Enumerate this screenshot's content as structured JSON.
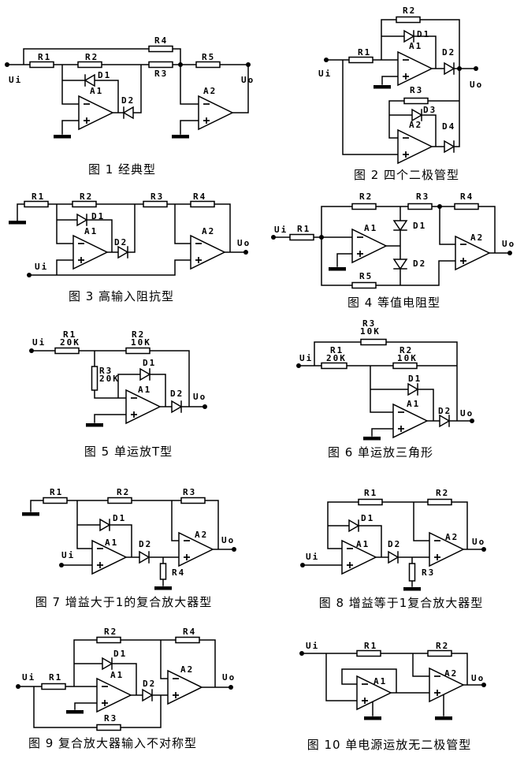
{
  "page": {
    "background": "#ffffff",
    "line_color": "#000000",
    "text_color": "#000000"
  },
  "figures": [
    {
      "caption": "图 1 经典型",
      "labels": {
        "ui": "Ui",
        "uo": "Uo",
        "r1": "R1",
        "r2": "R2",
        "r3": "R3",
        "r4": "R4",
        "r5": "R5",
        "d1": "D1",
        "d2": "D2",
        "a1": "A1",
        "a2": "A2"
      }
    },
    {
      "caption": "图 2 四个二极管型",
      "labels": {
        "ui": "Ui",
        "uo": "Uo",
        "r1": "R1",
        "r2": "R2",
        "r3": "R3",
        "d1": "D1",
        "d2": "D2",
        "d3": "D3",
        "d4": "D4",
        "a1": "A1",
        "a2": "A2"
      }
    },
    {
      "caption": "图 3 高输入阻抗型",
      "labels": {
        "ui": "Ui",
        "uo": "Uo",
        "r1": "R1",
        "r2": "R2",
        "r3": "R3",
        "r4": "R4",
        "d1": "D1",
        "d2": "D2",
        "a1": "A1",
        "a2": "A2"
      }
    },
    {
      "caption": "图 4 等值电阻型",
      "labels": {
        "ui": "Ui",
        "uo": "Uo",
        "r1": "R1",
        "r2": "R2",
        "r3": "R3",
        "r4": "R4",
        "r5": "R5",
        "d1": "D1",
        "d2": "D2",
        "a1": "A1",
        "a2": "A2"
      }
    },
    {
      "caption": "图 5 单运放T型",
      "labels": {
        "ui": "Ui",
        "uo": "Uo",
        "r1": "R1",
        "r1v": "20K",
        "r2": "R2",
        "r2v": "10K",
        "r3": "R3",
        "r3v": "20K",
        "d1": "D1",
        "d2": "D2",
        "a1": "A1"
      }
    },
    {
      "caption": "图 6 单运放三角形",
      "labels": {
        "ui": "Ui",
        "uo": "Uo",
        "r1": "R1",
        "r1v": "20K",
        "r2": "R2",
        "r2v": "10K",
        "r3": "R3",
        "r3v": "10K",
        "d1": "D1",
        "d2": "D2",
        "a1": "A1"
      }
    },
    {
      "caption": "图 7 增益大于1的复合放大器型",
      "labels": {
        "ui": "Ui",
        "uo": "Uo",
        "r1": "R1",
        "r2": "R2",
        "r3": "R3",
        "r4": "R4",
        "d1": "D1",
        "d2": "D2",
        "a1": "A1",
        "a2": "A2"
      }
    },
    {
      "caption": "图 8 增益等于1复合放大器型",
      "labels": {
        "ui": "Ui",
        "uo": "Uo",
        "r1": "R1",
        "r2": "R2",
        "r3": "R3",
        "d1": "D1",
        "d2": "D2",
        "a1": "A1",
        "a2": "A2"
      }
    },
    {
      "caption": "图 9 复合放大器输入不对称型",
      "labels": {
        "ui": "Ui",
        "uo": "Uo",
        "r1": "R1",
        "r2": "R2",
        "r3": "R3",
        "r4": "R4",
        "d1": "D1",
        "d2": "D2",
        "a1": "A1",
        "a2": "A2"
      }
    },
    {
      "caption": "图 10 单电源运放无二极管型",
      "labels": {
        "ui": "Ui",
        "uo": "Uo",
        "r1": "R1",
        "r2": "R2",
        "a1": "A1",
        "a2": "A2"
      }
    }
  ]
}
